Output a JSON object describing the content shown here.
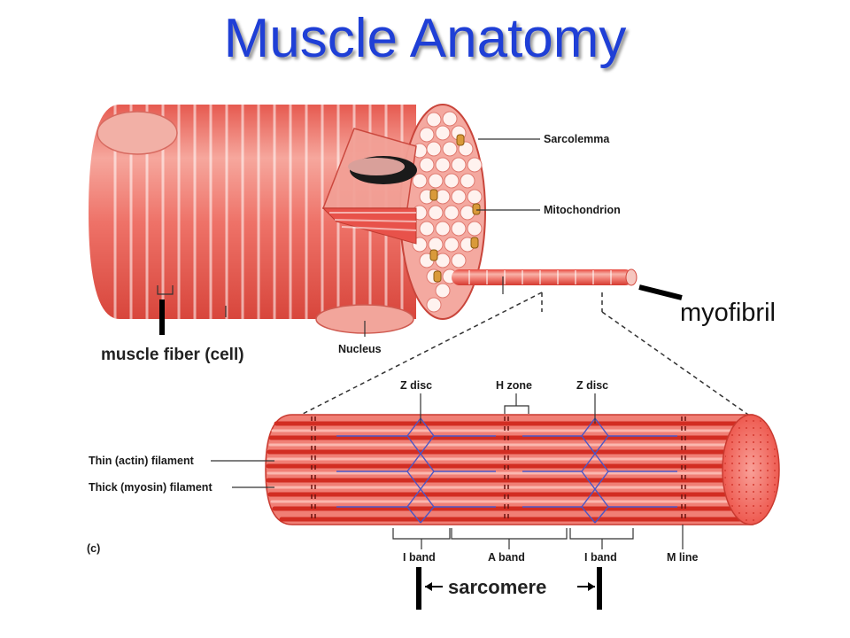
{
  "title": "Muscle Anatomy",
  "labels": {
    "sarcolemma": "Sarcolemma",
    "mitochondrion": "Mitochondrion",
    "myofibril": "myofibril",
    "muscle_fiber": "muscle fiber (cell)",
    "nucleus": "Nucleus",
    "z_disc_left": "Z disc",
    "h_zone": "H zone",
    "z_disc_right": "Z disc",
    "thin_filament": "Thin (actin) filament",
    "thick_filament": "Thick (myosin) filament",
    "panel": "(c)",
    "i_band_left": "I band",
    "a_band": "A band",
    "i_band_right": "I band",
    "m_line": "M line",
    "sarcomere": "sarcomere"
  },
  "colors": {
    "title": "#1f3fd6",
    "muscle_red": "#e8473d",
    "muscle_light": "#f4a098",
    "muscle_dark": "#c9302a",
    "myosin_blue": "#5a63c8"
  }
}
